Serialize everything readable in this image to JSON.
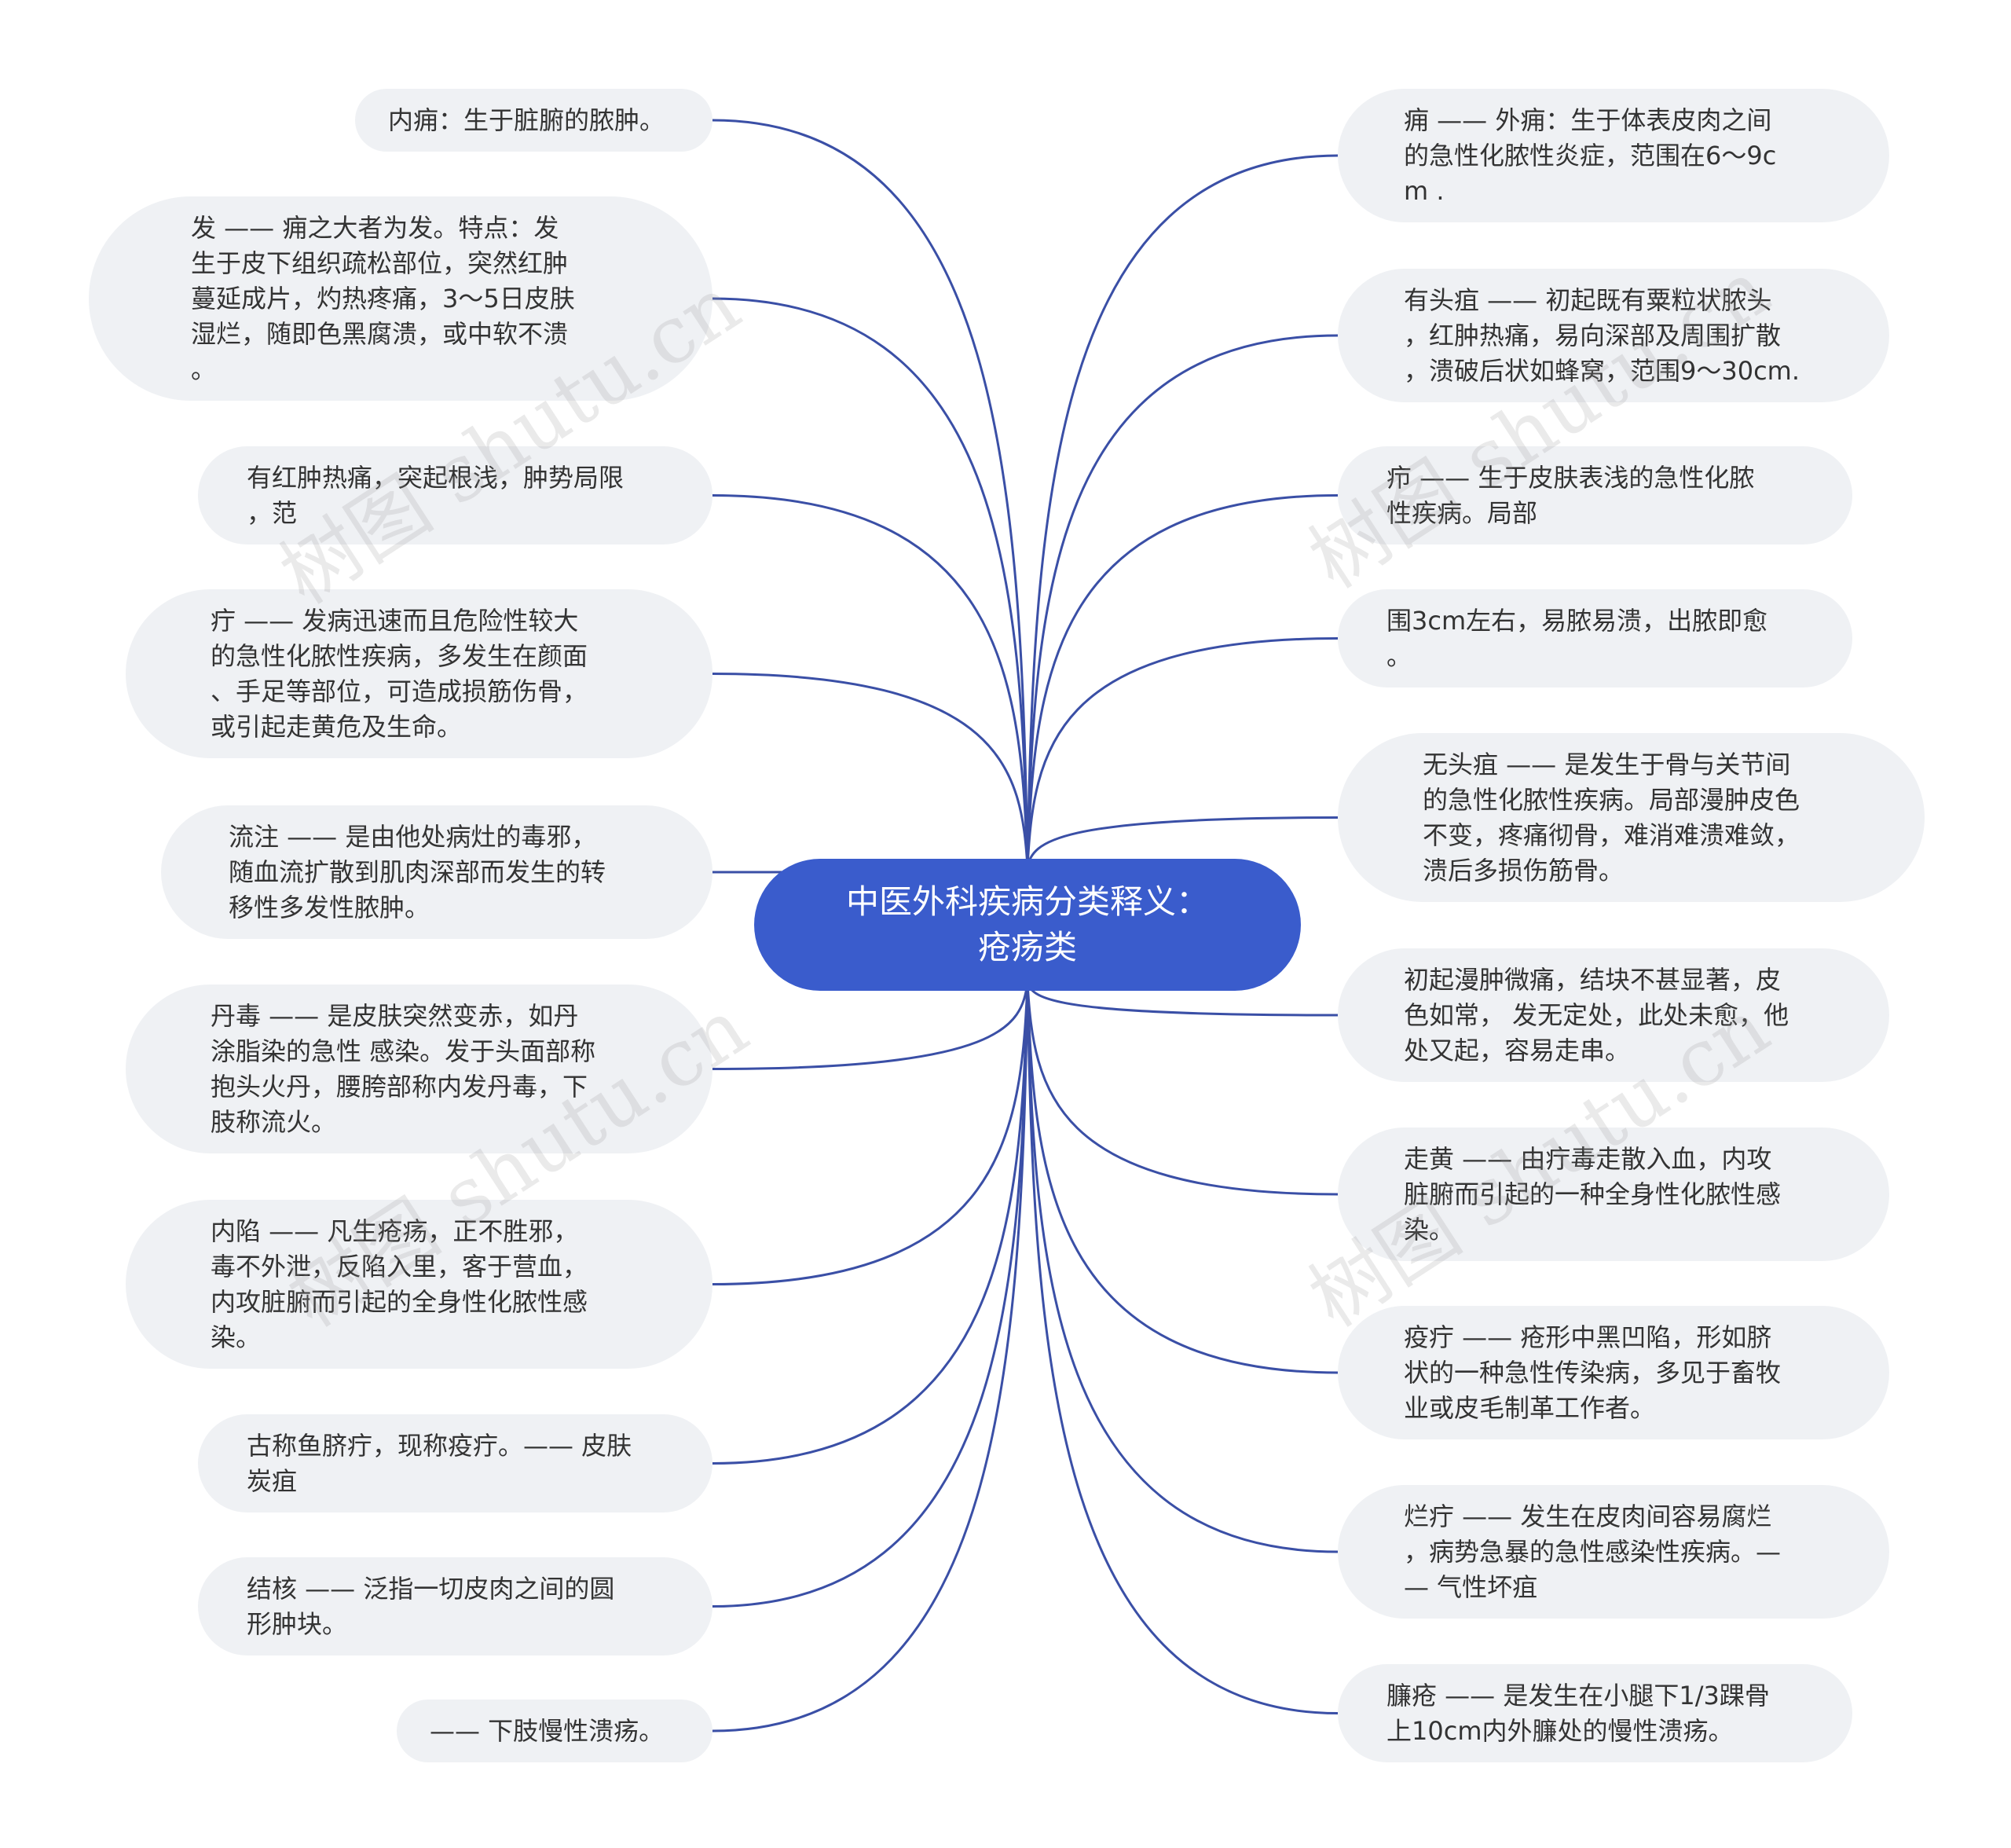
{
  "center": {
    "title": "中医外科疾病分类释义：\n疮疡类"
  },
  "watermark": "树图 shutu.cn",
  "colors": {
    "edge": "#3a4fa6",
    "center": "#3a5ccc",
    "node_bg": "#eff1f4"
  },
  "left_nodes": [
    {
      "text": "内痈：生于脏腑的脓肿。"
    },
    {
      "text": "发 —— 痈之大者为发。特点：发\n生于皮下组织疏松部位，突然红肿\n蔓延成片，灼热疼痛，3～5日皮肤\n湿烂，随即色黑腐溃，或中软不溃\n。"
    },
    {
      "text": "有红肿热痛，突起根浅，肿势局限\n，范"
    },
    {
      "text": "疔 —— 发病迅速而且危险性较大\n的急性化脓性疾病，多发生在颜面\n、手足等部位，可造成损筋伤骨，\n或引起走黄危及生命。"
    },
    {
      "text": "流注 —— 是由他处病灶的毒邪，\n随血流扩散到肌肉深部而发生的转\n移性多发性脓肿。"
    },
    {
      "text": "丹毒 —— 是皮肤突然变赤，如丹\n涂脂染的急性 感染。发于头面部称\n抱头火丹，腰胯部称内发丹毒，下\n肢称流火。"
    },
    {
      "text": "内陷 —— 凡生疮疡，正不胜邪，\n毒不外泄，反陷入里，客于营血，\n内攻脏腑而引起的全身性化脓性感\n染。"
    },
    {
      "text": "古称鱼脐疔，现称疫疔。—— 皮肤\n炭疽"
    },
    {
      "text": "结核 —— 泛指一切皮肉之间的圆\n形肿块。"
    },
    {
      "text": "—— 下肢慢性溃疡。"
    }
  ],
  "right_nodes": [
    {
      "text": "痈 —— 外痈：生于体表皮肉之间\n的急性化脓性炎症，范围在6～9c\nm ."
    },
    {
      "text": "有头疽 —— 初起既有粟粒状脓头\n，红肿热痛，易向深部及周围扩散\n，溃破后状如蜂窝，范围9～30cm."
    },
    {
      "text": "疖 —— 生于皮肤表浅的急性化脓\n性疾病。局部"
    },
    {
      "text": "围3cm左右，易脓易溃，出脓即愈\n。"
    },
    {
      "text": "无头疽 —— 是发生于骨与关节间\n的急性化脓性疾病。局部漫肿皮色\n不变，疼痛彻骨，难消难溃难敛，\n溃后多损伤筋骨。"
    },
    {
      "text": "初起漫肿微痛，结块不甚显著，皮\n色如常， 发无定处，此处未愈，他\n处又起，容易走串。"
    },
    {
      "text": "走黄 —— 由疔毒走散入血，内攻\n脏腑而引起的一种全身性化脓性感\n染。"
    },
    {
      "text": "疫疔 —— 疮形中黑凹陷，形如脐\n状的一种急性传染病，多见于畜牧\n业或皮毛制革工作者。"
    },
    {
      "text": "烂疔 —— 发生在皮肉间容易腐烂\n，病势急暴的急性感染性疾病。—\n— 气性坏疽"
    },
    {
      "text": "臁疮 —— 是发生在小腿下1/3踝骨\n上10cm内外臁处的慢性溃疡。"
    }
  ]
}
